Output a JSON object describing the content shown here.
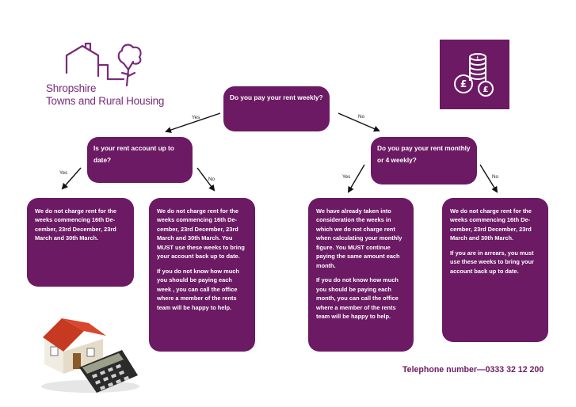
{
  "logo": {
    "line1": "Shropshire",
    "line2": "Towns and Rural Housing"
  },
  "questions": {
    "q1": "Do you pay your rent weekly?",
    "q2": "Is your rent account up to date?",
    "q3": "Do you pay your rent monthly or 4 weekly?"
  },
  "arrow_labels": {
    "q1_yes": "Yes",
    "q1_no": "No",
    "q2_yes": "Yes",
    "q2_no": "No",
    "q3_yes": "Yes",
    "q3_no": "No"
  },
  "outcomes": {
    "weekly_up_to_date": [
      "We do not charge rent for the weeks commencing 16th De-cember, 23rd December, 23rd March and 30th March."
    ],
    "weekly_in_arrears": [
      "We do not charge rent for the weeks commencing 16th De-cember, 23rd December, 23rd March and 30th March. You MUST use these weeks to bring your account back up to date.",
      "If you do not know how much you should be paying each week , you can call the office where a member of  the rents team will be happy to help."
    ],
    "monthly": [
      "We have already taken into consideration the weeks in which we do not charge rent when calculating your monthly figure. You MUST continue paying the same amount each month.",
      "If you do not know how much you should be paying each month, you can call the office where a member of the rents team will be happy to help."
    ],
    "other": [
      "We do not charge rent for the weeks commencing 16th De-cember, 23rd December, 23rd March and 30th March.",
      "If you are in arrears, you must use these weeks to bring your account back up to date."
    ]
  },
  "telephone": "Telephone number—0333 32 12 200",
  "icons": [
    "house-logo-icon",
    "coins-pound-icon",
    "house-calculator-icon"
  ],
  "colors": {
    "brand_purple": "#6b1a63"
  }
}
